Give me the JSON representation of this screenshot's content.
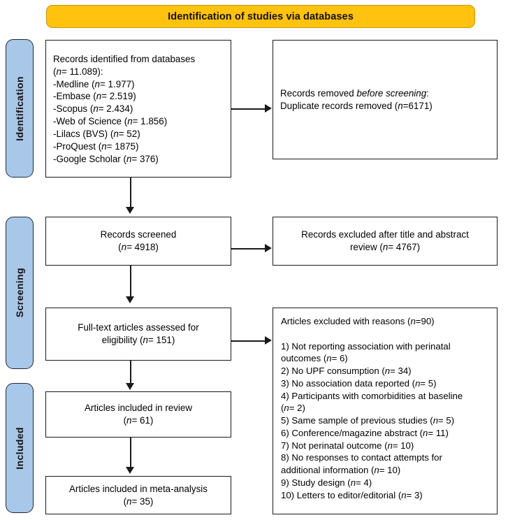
{
  "banner": {
    "title": "Identification of studies via databases",
    "bg_color": "#FFC20E",
    "border_color": "#C8960C"
  },
  "stages": {
    "bg_color": "#A9C7E8",
    "border_color": "#1F2937",
    "identification": "Identification",
    "screening": "Screening",
    "included": "Included"
  },
  "boxes": {
    "records_identified": {
      "title": "Records identified from databases",
      "total": "(n= 11.089):",
      "sources": [
        "-Medline (n= 1.977)",
        "-Embase (n= 2.519)",
        "-Scopus (n= 2.434)",
        "-Web of Science (n= 1.856)",
        "-Lilacs (BVS) (n= 52)",
        "-ProQuest (n= 1875)",
        "-Google Scholar (n= 376)"
      ],
      "full_text": "Records identified from databases\n(n= 11.089):\n-Medline (n= 1.977)\n-Embase (n= 2.519)\n-Scopus (n= 2.434)\n-Web of Science (n= 1.856)\n-Lilacs (BVS) (n= 52)\n-ProQuest (n= 1875)\n-Google Scholar (n= 376)"
    },
    "records_removed": {
      "line1_pre": "Records removed ",
      "line1_italic": "before screening",
      "line1_post": ":",
      "line2": "Duplicate records removed (n=6171)",
      "full_text": "Records removed before screening:\nDuplicate records removed (n=6171)"
    },
    "records_screened": {
      "label": "Records screened",
      "count": "(n= 4918)",
      "full_text": "Records screened\n(n= 4918)"
    },
    "records_excluded": {
      "label": "Records excluded after title and abstract",
      "count": "review (n= 4767)",
      "full_text": "Records excluded after title and abstract\nreview (n= 4767)"
    },
    "fulltext_assessed": {
      "label": "Full-text articles assessed for",
      "count": "eligibility (n= 151)",
      "full_text": "Full-text articles assessed for\neligibility (n= 151)"
    },
    "articles_excluded": {
      "heading": "Articles excluded with reasons (n=90)",
      "reasons": [
        "1) Not reporting association with perinatal outcomes (n= 6)",
        "2) No UPF consumption (n= 34)",
        "3) No association data reported (n= 5)",
        "4) Participants with comorbidities at baseline (n= 2)",
        "5) Same sample of previous studies (n= 5)",
        "6) Conference/magazine abstract (n= 11)",
        "7) Not perinatal outcome (n= 10)",
        "8) No responses to contact attempts for additional information (n= 10)",
        "9) Study design (n= 4)",
        "10) Letters to editor/editorial (n= 3)"
      ],
      "full_text": "Articles excluded with reasons (n=90)\n\n1) Not reporting association with perinatal\noutcomes (n= 6)\n2) No UPF consumption (n= 34)\n3) No association data reported (n= 5)\n4) Participants with comorbidities at baseline\n(n= 2)\n5) Same sample of previous studies (n= 5)\n6) Conference/magazine abstract (n= 11)\n7) Not perinatal outcome (n= 10)\n8) No responses to contact attempts for\nadditional information (n= 10)\n9) Study design (n= 4)\n10) Letters to editor/editorial (n= 3)"
    },
    "included_review": {
      "label": "Articles included in review",
      "count": "(n= 61)",
      "full_text": "Articles included in review\n(n= 61)"
    },
    "included_meta": {
      "label": "Articles included in meta-analysis",
      "count": "(n= 35)",
      "full_text": "Articles included in meta-analysis\n(n= 35)"
    }
  }
}
